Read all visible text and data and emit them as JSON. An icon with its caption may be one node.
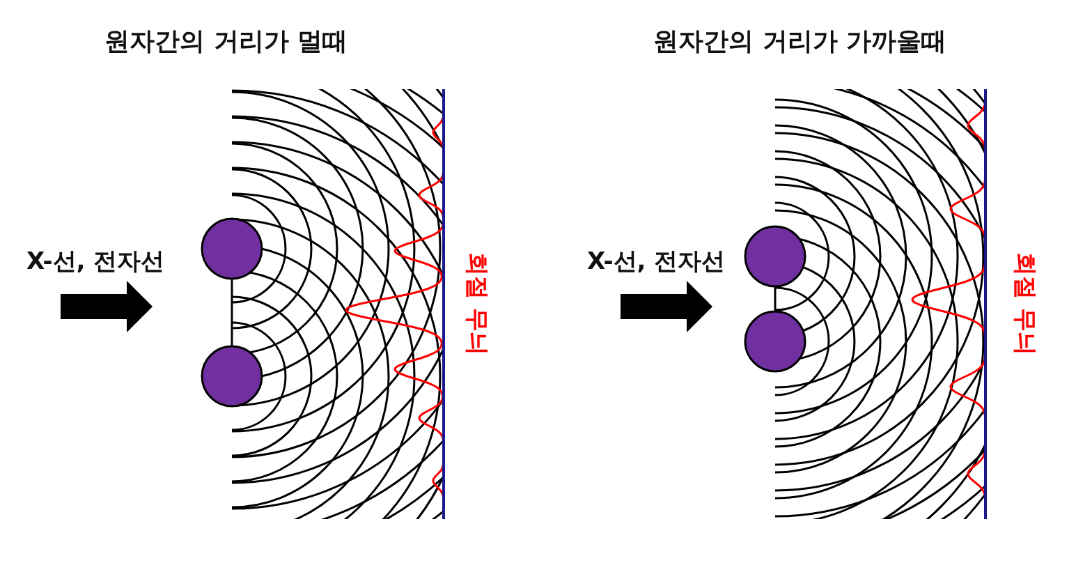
{
  "diagram": {
    "labels": [
      "원자간의 거리가 멀때",
      "원자간의 거리가 가까울때",
      "X-선, 전자선",
      "회절 무늬",
      "X-선, 전자선",
      "회절 무늬"
    ]
  }
}
